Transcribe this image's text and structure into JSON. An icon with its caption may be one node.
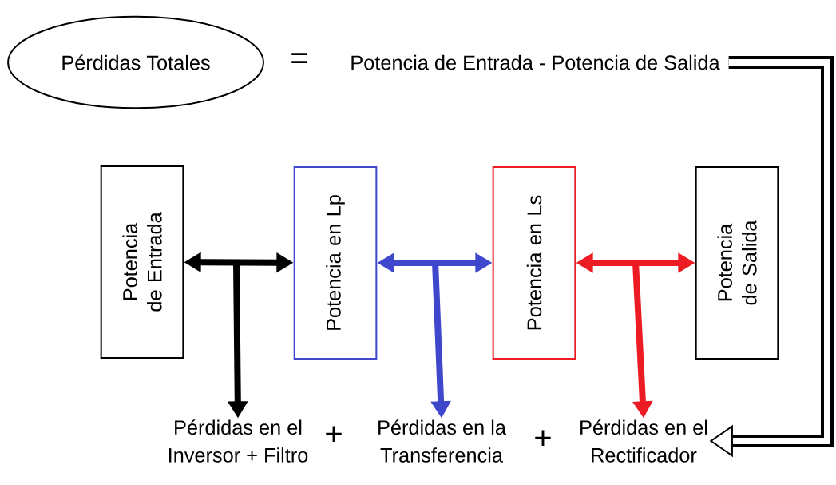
{
  "diagram": {
    "nodes": [
      {
        "text": [
          "Pérdidas Totales"
        ]
      },
      {
        "text": [
          "Potencia de Entrada - Potencia de Salida"
        ]
      },
      {
        "text": [
          "Potencia de Entrada"
        ]
      },
      {
        "text": [
          "Potencia en Lp"
        ]
      },
      {
        "text": [
          "Potencia en Ls"
        ]
      },
      {
        "text": [
          "Potencia de Salida"
        ]
      },
      {
        "text": [
          "Pérdidas en el Inversor + Filtro"
        ]
      },
      {
        "text": [
          "Pérdidas en la Transferencia"
        ]
      },
      {
        "text": [
          "Pérdidas en el Rectificador"
        ]
      }
    ],
    "edges": [
      {
        "from": 2,
        "to": 3,
        "arrow": "both"
      },
      {
        "from": null,
        "to": 6,
        "arrow": "to"
      },
      {
        "from": 3,
        "to": 4,
        "arrow": "both",
        "color": "#3f48cc"
      },
      {
        "from": null,
        "to": 7,
        "arrow": "to",
        "color": "#3f48cc"
      },
      {
        "from": 4,
        "to": 5,
        "arrow": "both",
        "color": "#ed1c24"
      },
      {
        "from": null,
        "to": 8,
        "arrow": "to",
        "color": "#ed1c24"
      },
      {
        "from": 1,
        "to": 8,
        "arrow": "to",
        "style": "thick"
      }
    ],
    "labels": [
      "=",
      "+",
      "+"
    ]
  }
}
